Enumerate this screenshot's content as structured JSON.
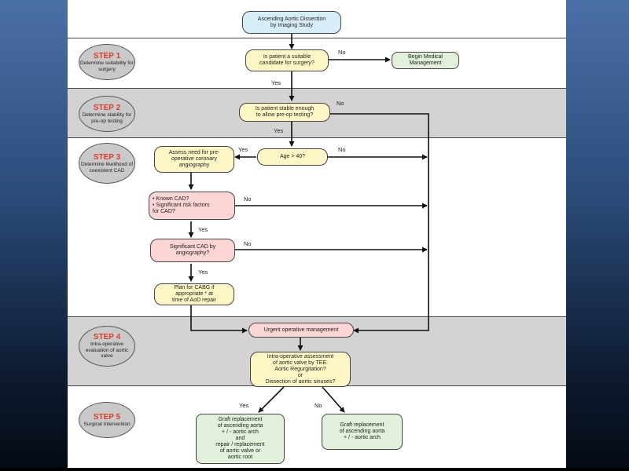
{
  "colors": {
    "step_title": "#e03a2a",
    "band_gray": "#d4d2d2",
    "node_blue": "#d6eef8",
    "node_yellow": "#fdf7c6",
    "node_green": "#e1efdb",
    "node_pink": "#fbd6d4"
  },
  "steps": {
    "s1": {
      "title": "STEP 1",
      "desc": "Determine suitability for surgery"
    },
    "s2": {
      "title": "STEP 2",
      "desc": "Determine stability for pre-op testing"
    },
    "s3": {
      "title": "STEP 3",
      "desc": "Determine likelihood of coexistent CAD"
    },
    "s4": {
      "title": "STEP 4",
      "desc": "Intra-operative evaluation of aortic valve"
    },
    "s5": {
      "title": "STEP 5",
      "desc": "Surgical Intervention"
    }
  },
  "nodes": {
    "start": "Ascending Aortic Dissection\nby Imaging Study",
    "candidate": "Is patient a suitable\ncandidate for surgery?",
    "medical": "Begin Medical\nManagement",
    "stable": "Is patient stable enough\nto allow pre-op testing?",
    "age": "Age > 40?",
    "assess": "Assess need for pre-\noperative coronary\nangiography",
    "known_cad": "• Known CAD?\n• Significant risk factors\nfor CAD?",
    "sig_cad": "Significant CAD by\nangiography?",
    "cabg": "Plan for CABG if\nappropriate * at\ntime of AoD repair",
    "urgent": "Urgent operative management",
    "tee": "Intra-operative assessment\nof aortic valve by TEE:\nAortic Regurgitation?\nor\nDissection of aortic sinuses?",
    "graft_arch": "Graft replacement\nof ascending aorta\n+ / - aortic arch\nand\nrepair / replacement\nof aortic valve or\naortic root",
    "graft_simple": "Graft replacement\nof ascending aorta\n+ / - aortic arch"
  },
  "labels": {
    "no": "No",
    "yes": "Yes"
  }
}
